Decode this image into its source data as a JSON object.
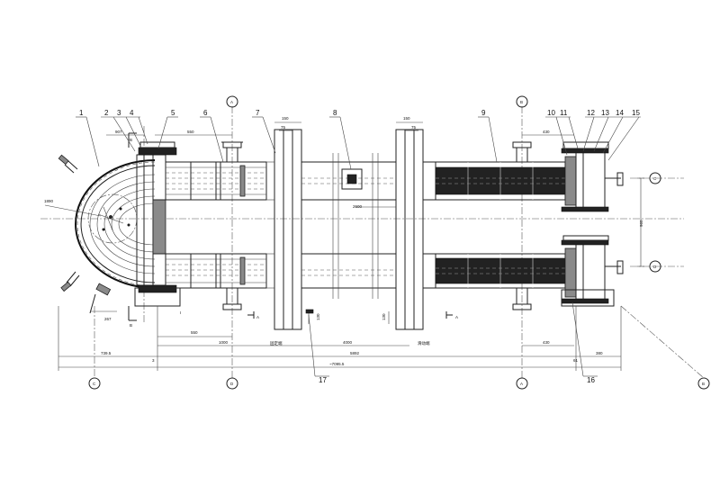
{
  "part_numbers": [
    "1",
    "2",
    "3",
    "4",
    "5",
    "6",
    "7",
    "8",
    "9",
    "10",
    "11",
    "12",
    "13",
    "14",
    "15",
    "16",
    "17"
  ],
  "dimensions": {
    "d150_left": "150",
    "d75_left": "75",
    "d150_right": "150",
    "d75_right": "75",
    "d550_top": "550",
    "d430_top": "430",
    "d907": "907",
    "d2600": "2600",
    "d550_bottom": "550",
    "d1000": "1000",
    "d4000": "4000",
    "d430_bottom": "430",
    "d5892": "5892",
    "d380": "380",
    "d7095": "~7095.5",
    "d739": "739.5",
    "d1890": "1890",
    "d960": "960",
    "d267": "267",
    "d130_left": "130",
    "d130_right": "130",
    "d3": "3",
    "d61": "61"
  },
  "section_marks": {
    "a_left": "A",
    "a_right": "A",
    "b_top": "B",
    "b_bottom": "B",
    "l_bottom": "I"
  },
  "support_labels": {
    "fixed": "固定端",
    "sliding": "滑动端"
  },
  "axis_marks": [
    "A",
    "B",
    "C",
    "D",
    "A",
    "B",
    "C",
    "D"
  ]
}
